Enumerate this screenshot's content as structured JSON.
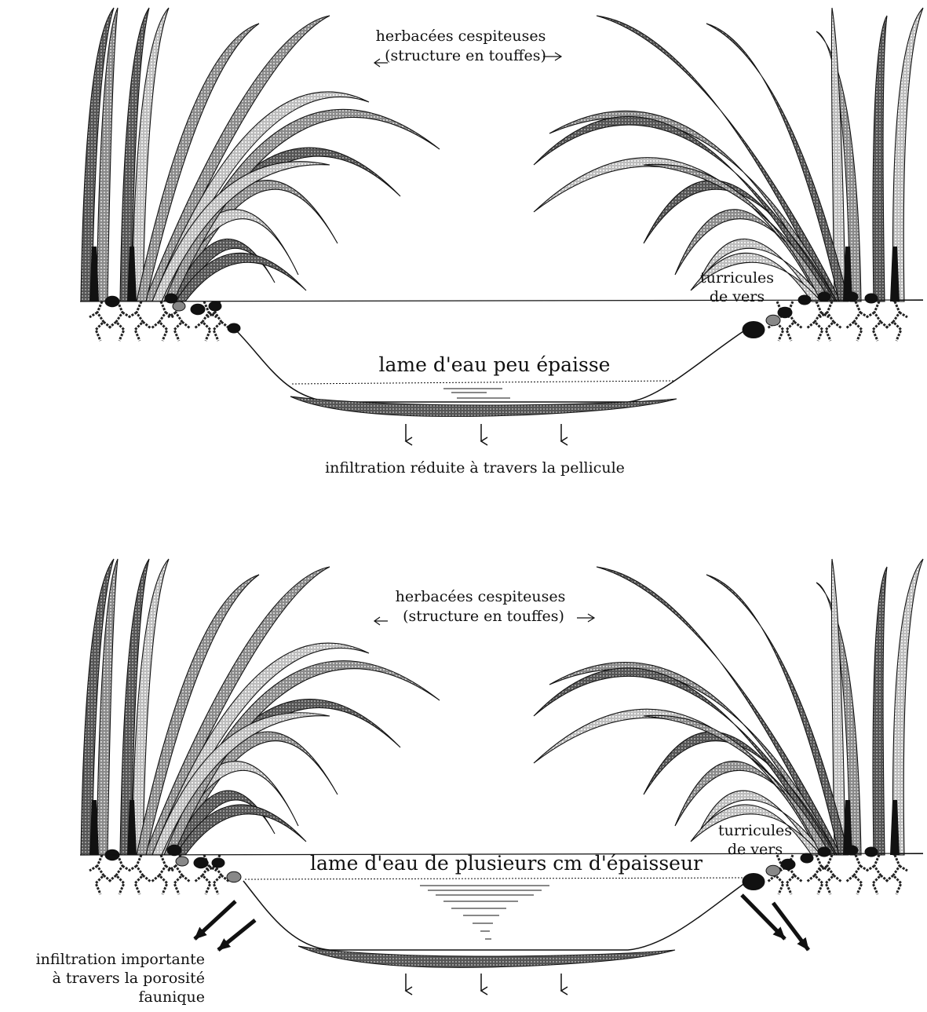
{
  "panels": [
    {
      "grass_label_1": "herbacées cespiteuses",
      "grass_label_2": "(structure en touffes)",
      "casts_label_1": "turricules",
      "casts_label_2": "de vers",
      "water_label": "lame d'eau peu épaisse",
      "infiltration_label": "infiltration réduite à travers la pellicule"
    },
    {
      "grass_label_1": "herbacées cespiteuses",
      "grass_label_2": "(structure en touffes)",
      "casts_label_1": "turricules",
      "casts_label_2": "de vers",
      "water_label": "lame d'eau de plusieurs cm d'épaisseur",
      "infiltration_label_1": "infiltration importante",
      "infiltration_label_2": "à travers la porosité",
      "infiltration_label_3": "faunique"
    }
  ],
  "colors": {
    "ink": "#111111",
    "leaf_dark": "#6e6e6e",
    "leaf_mid": "#9a9a9a",
    "leaf_light": "#c4c4c4"
  }
}
